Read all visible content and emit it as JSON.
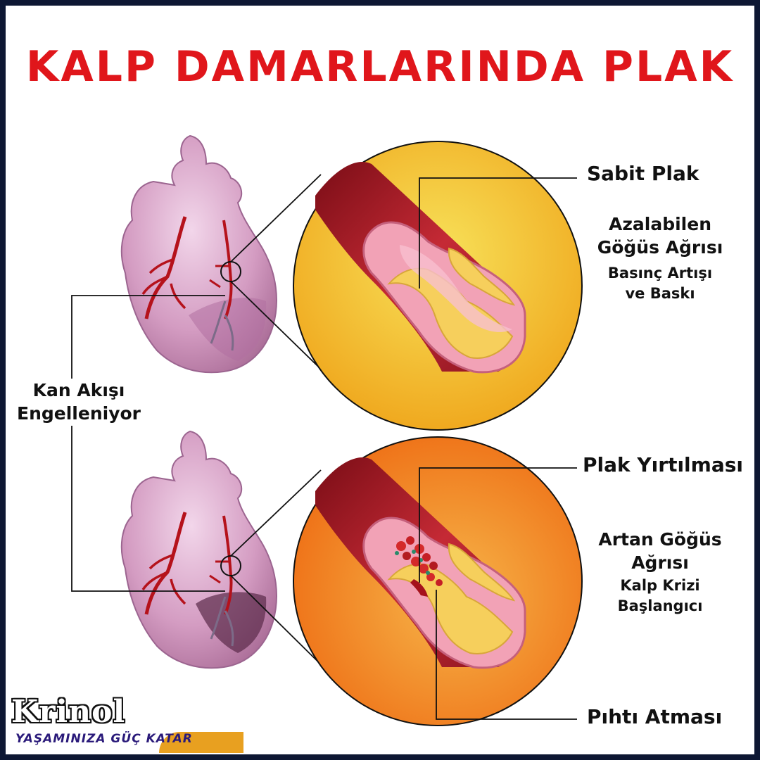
{
  "title": "KALP DAMARLARINDA PLAK",
  "labels": {
    "stable_plaque": "Sabit Plak",
    "reducing_pain_1": "Azalabilen",
    "reducing_pain_2": "Göğüs Ağrısı",
    "pressure_1": "Basınç Artışı",
    "pressure_2": "ve Baskı",
    "blood_flow_1": "Kan Akışı",
    "blood_flow_2": "Engelleniyor",
    "rupture": "Plak Yırtılması",
    "increasing_pain_1": "Artan Göğüs",
    "increasing_pain_2": "Ağrısı",
    "heart_attack_1": "Kalp Krizi",
    "heart_attack_2": "Başlangıcı",
    "clot": "Pıhtı Atması"
  },
  "logo": {
    "name": "Krinol",
    "tagline": "YAŞAMINIZA GÜÇ KATAR"
  },
  "colors": {
    "title": "#e0161b",
    "frame": "#0d1733",
    "circle_top": "#f5c033",
    "circle_bottom": "#f08a24",
    "heart": "#c98bb4",
    "artery": "#b5121b"
  }
}
